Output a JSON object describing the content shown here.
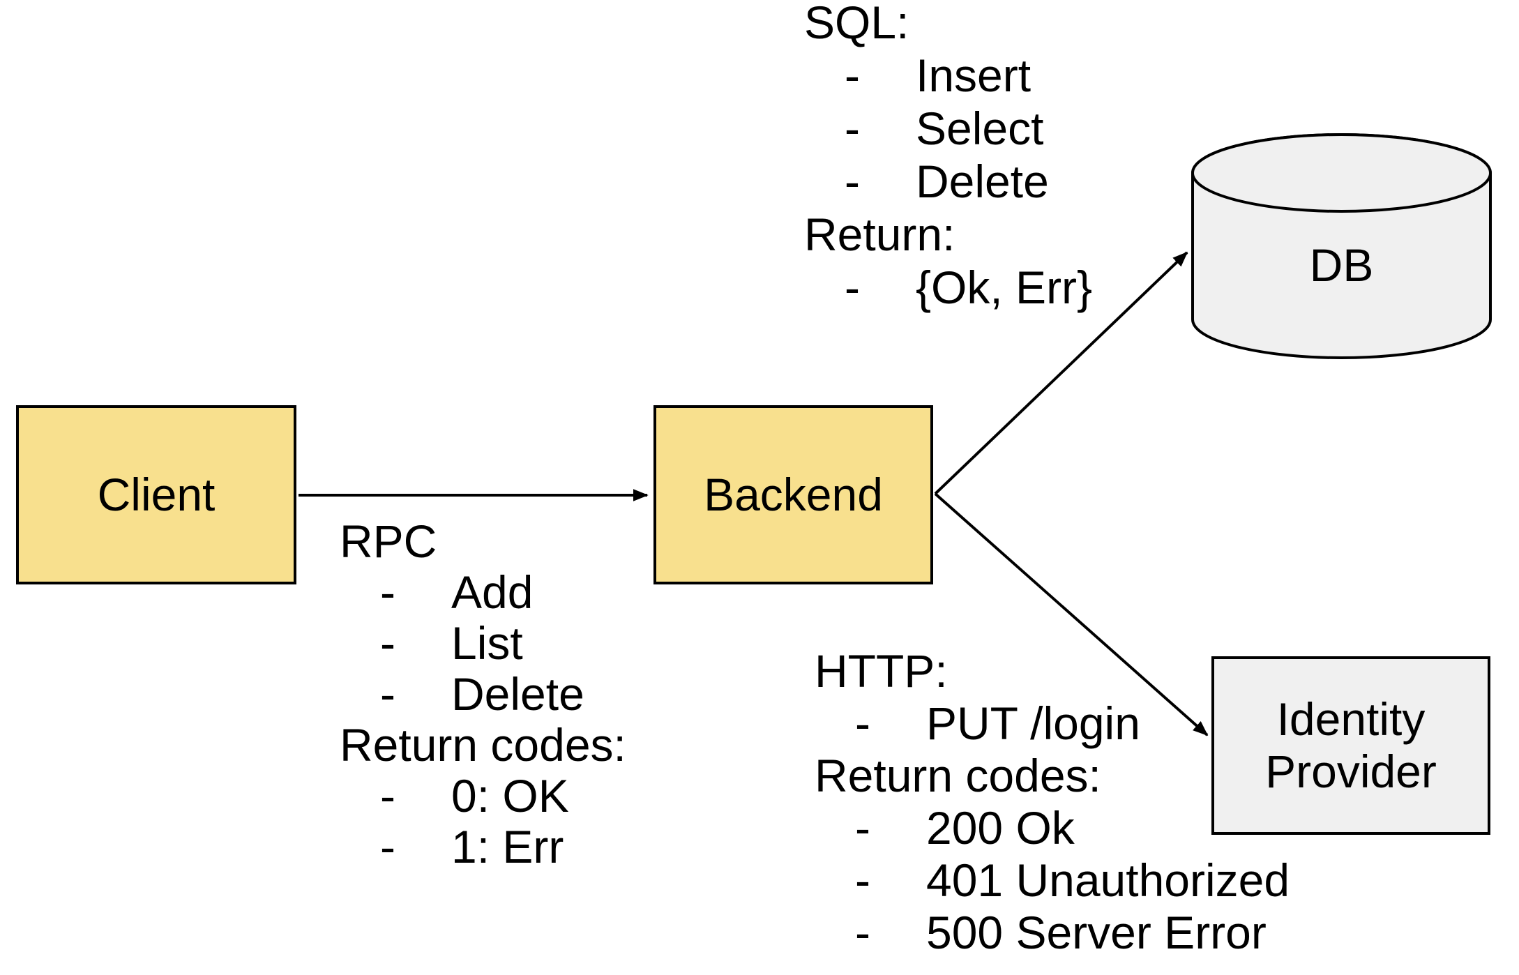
{
  "colors": {
    "background": "#ffffff",
    "node_fill_yellow": "#f8e08e",
    "node_fill_gray": "#f0f0f0",
    "stroke": "#000000"
  },
  "nodes": {
    "client": {
      "label": "Client"
    },
    "backend": {
      "label": "Backend"
    },
    "db": {
      "label": "DB"
    },
    "identity_provider": {
      "label": "Identity Provider"
    }
  },
  "edges": [
    {
      "from": "client",
      "to": "backend"
    },
    {
      "from": "backend",
      "to": "db"
    },
    {
      "from": "backend",
      "to": "identity_provider"
    }
  ],
  "annotations": {
    "rpc": {
      "lines": [
        {
          "text": "RPC",
          "bullet": false
        },
        {
          "text": "Add",
          "bullet": true
        },
        {
          "text": "List",
          "bullet": true
        },
        {
          "text": "Delete",
          "bullet": true
        },
        {
          "text": "Return codes:",
          "bullet": false
        },
        {
          "text": "0: OK",
          "bullet": true
        },
        {
          "text": "1: Err",
          "bullet": true
        }
      ]
    },
    "sql": {
      "lines": [
        {
          "text": "SQL:",
          "bullet": false
        },
        {
          "text": "Insert",
          "bullet": true
        },
        {
          "text": "Select",
          "bullet": true
        },
        {
          "text": "Delete",
          "bullet": true
        },
        {
          "text": "Return:",
          "bullet": false
        },
        {
          "text": "{Ok, Err}",
          "bullet": true
        }
      ]
    },
    "http": {
      "lines": [
        {
          "text": "HTTP:",
          "bullet": false
        },
        {
          "text": "PUT /login",
          "bullet": true
        },
        {
          "text": "Return codes:",
          "bullet": false
        },
        {
          "text": "200 Ok",
          "bullet": true
        },
        {
          "text": "401 Unauthorized",
          "bullet": true
        },
        {
          "text": "500 Server Error",
          "bullet": true
        }
      ]
    }
  }
}
